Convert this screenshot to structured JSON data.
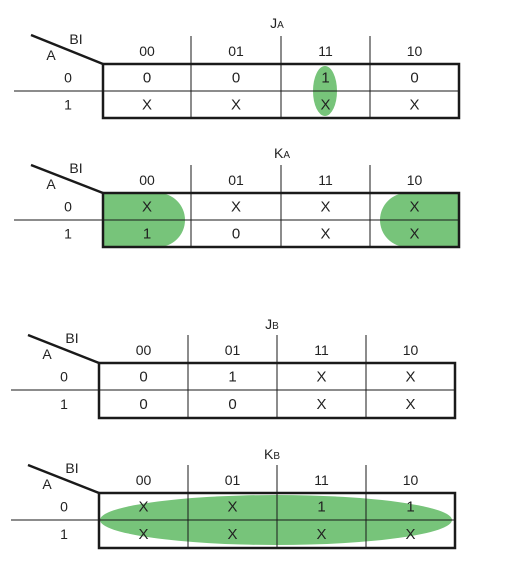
{
  "colors": {
    "grid": "#1a1a1a",
    "highlight": "#77c47a",
    "text": "#222222"
  },
  "maps": [
    {
      "id": "ja",
      "title_main": "J",
      "title_sub": "A",
      "row_var": "A",
      "col_var": "BI",
      "col_headers": [
        "00",
        "01",
        "11",
        "10"
      ],
      "row_headers": [
        "0",
        "1"
      ],
      "cells": [
        [
          "0",
          "0",
          "1",
          "0"
        ],
        [
          "X",
          "X",
          "X",
          "X"
        ]
      ]
    },
    {
      "id": "ka",
      "title_main": "K",
      "title_sub": "A",
      "row_var": "A",
      "col_var": "BI",
      "col_headers": [
        "00",
        "01",
        "11",
        "10"
      ],
      "row_headers": [
        "0",
        "1"
      ],
      "cells": [
        [
          "X",
          "X",
          "X",
          "X"
        ],
        [
          "1",
          "0",
          "X",
          "X"
        ]
      ]
    },
    {
      "id": "jb",
      "title_main": "J",
      "title_sub": "B",
      "row_var": "A",
      "col_var": "BI",
      "col_headers": [
        "00",
        "01",
        "11",
        "10"
      ],
      "row_headers": [
        "0",
        "1"
      ],
      "cells": [
        [
          "0",
          "1",
          "X",
          "X"
        ],
        [
          "0",
          "0",
          "X",
          "X"
        ]
      ]
    },
    {
      "id": "kb",
      "title_main": "K",
      "title_sub": "B",
      "row_var": "A",
      "col_var": "BI",
      "col_headers": [
        "00",
        "01",
        "11",
        "10"
      ],
      "row_headers": [
        "0",
        "1"
      ],
      "cells": [
        [
          "X",
          "X",
          "1",
          "1"
        ],
        [
          "X",
          "X",
          "X",
          "X"
        ]
      ]
    }
  ]
}
